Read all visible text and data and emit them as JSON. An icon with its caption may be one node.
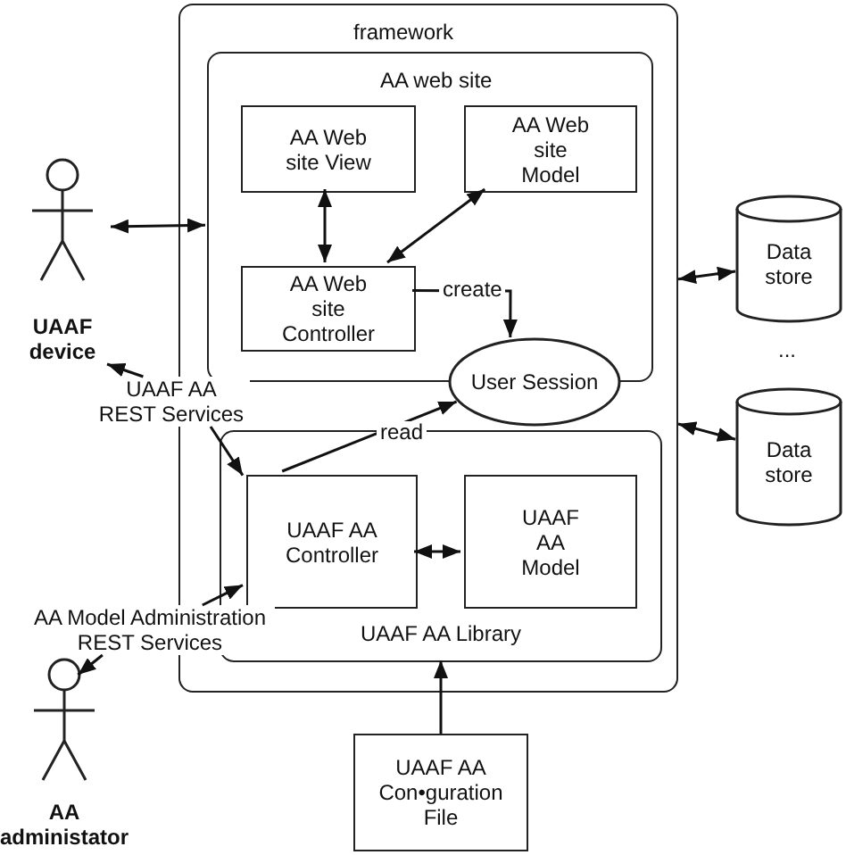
{
  "diagram": {
    "nodes": [
      {
        "text": [
          "framework"
        ]
      },
      {
        "text": [
          "AA web site"
        ],
        "in": 0
      },
      {
        "text": [
          "AA Web site View"
        ],
        "in": 1
      },
      {
        "text": [
          "AA Web site Model"
        ],
        "in": 1
      },
      {
        "text": [
          "AA Web site Controller"
        ],
        "in": 1
      },
      {
        "text": [
          "User Session"
        ],
        "in": 0
      },
      {
        "text": [
          "UAAF AA Library"
        ],
        "in": 0
      },
      {
        "text": [
          "UAAF AA Controller"
        ],
        "in": 6
      },
      {
        "text": [
          "UAAF AA Model"
        ],
        "in": 6
      },
      {
        "text": [
          "UAAF AA Con•guration File"
        ]
      },
      {
        "text": [
          "Data store"
        ]
      },
      {
        "text": [
          "Data store"
        ]
      },
      {
        "text": [
          "UAAF device"
        ]
      },
      {
        "text": [
          "AA administator"
        ]
      },
      {
        "text": [
          "UAAF AA REST Services"
        ]
      },
      {
        "text": [
          "AA Model Administration REST Services"
        ]
      }
    ],
    "edges": [
      {
        "from": 12,
        "to": 1,
        "arrow": "both"
      },
      {
        "from": 2,
        "to": 4,
        "arrow": "both"
      },
      {
        "from": 4,
        "to": 3,
        "arrow": "both"
      },
      {
        "from": 4,
        "to": 5,
        "arrow": "to",
        "label": "create"
      },
      {
        "from": 7,
        "to": 5,
        "arrow": "to",
        "label": "read"
      },
      {
        "from": 7,
        "to": 8,
        "arrow": "both"
      },
      {
        "from": 9,
        "to": 6,
        "arrow": "to"
      },
      {
        "from": 0,
        "to": 10,
        "arrow": "both"
      },
      {
        "from": 0,
        "to": 11,
        "arrow": "both"
      },
      {
        "from": 14,
        "to": 12,
        "arrow": "to"
      },
      {
        "from": 14,
        "to": 7,
        "arrow": "to"
      },
      {
        "from": 15,
        "to": 7,
        "arrow": "to"
      },
      {
        "from": 15,
        "to": 13,
        "arrow": "to"
      }
    ],
    "labels": [
      "..."
    ]
  }
}
